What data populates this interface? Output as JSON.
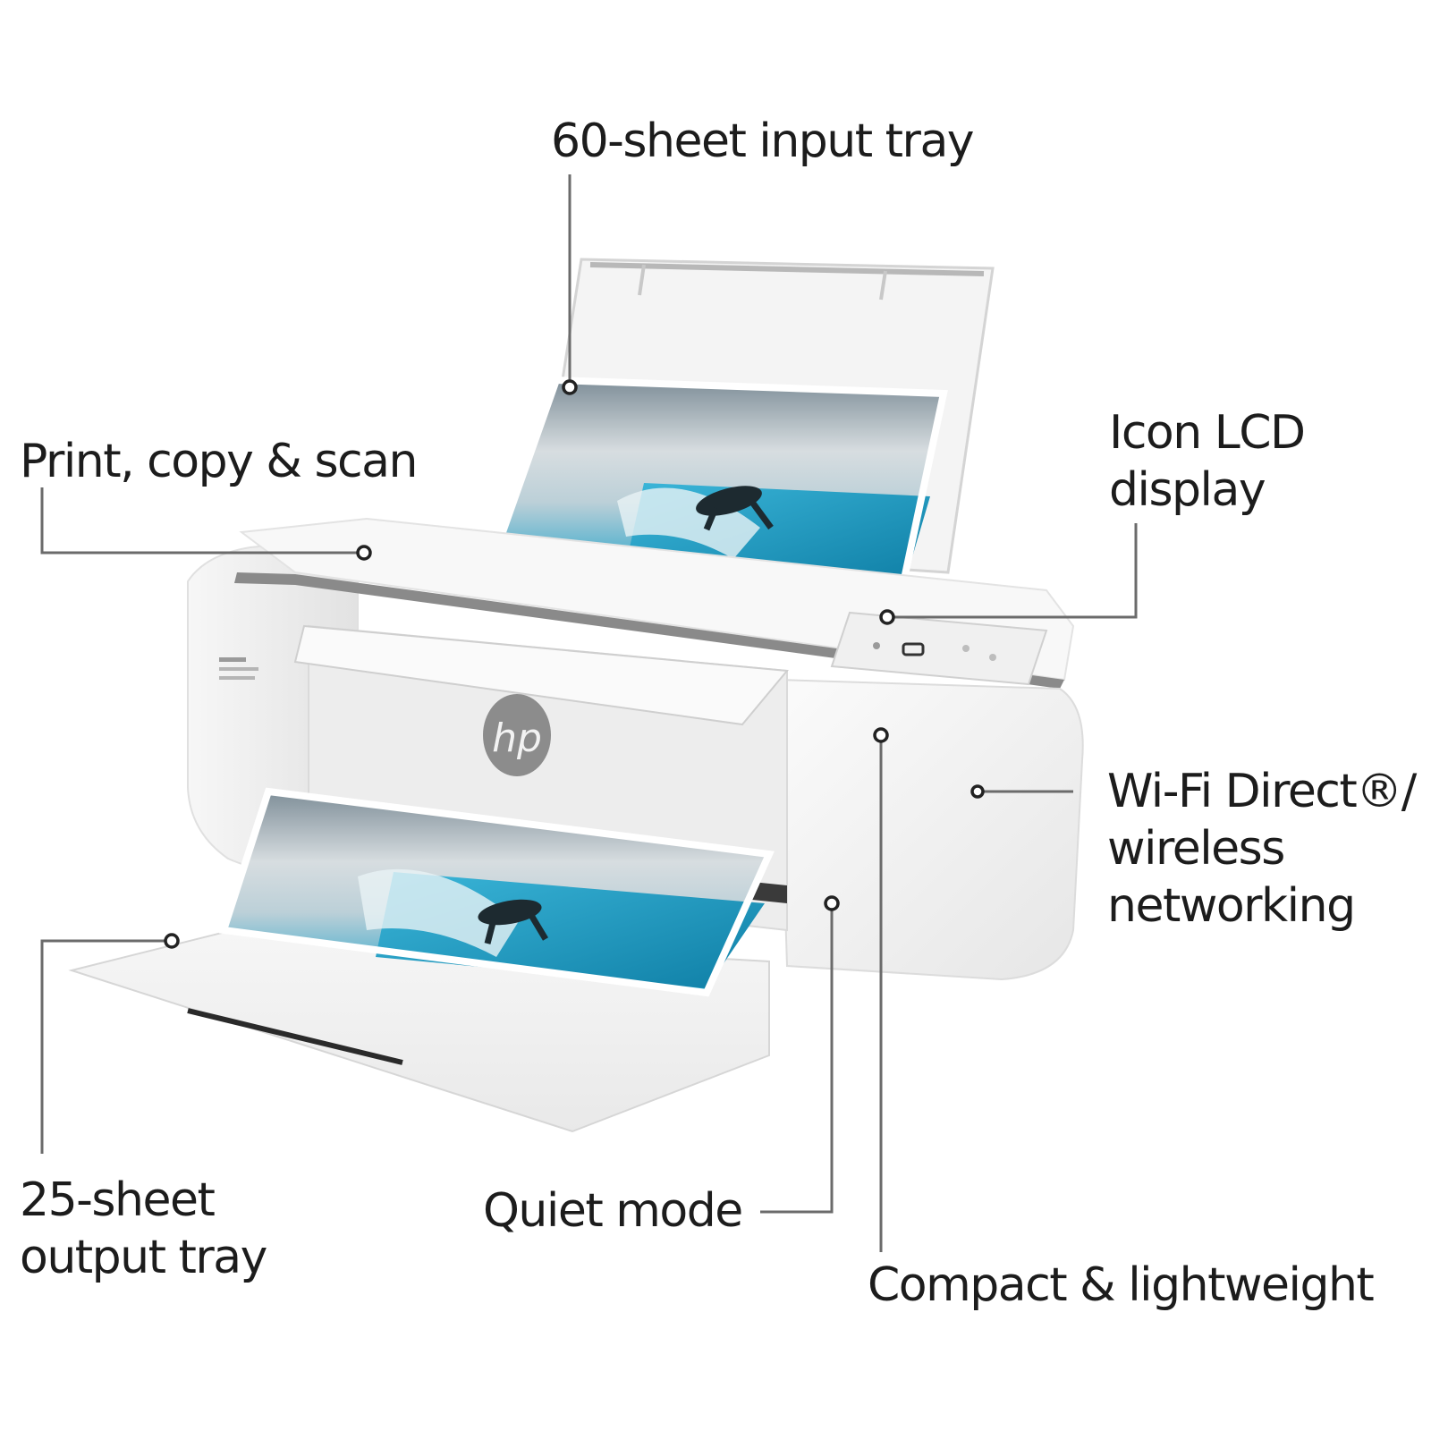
{
  "diagram": {
    "subject": "HP all-in-one inkjet printer",
    "logo_text": "hp",
    "colors": {
      "background": "#ffffff",
      "label_text": "#1c1c1c",
      "callout_line": "#6b6b6b",
      "printer_body": "#f2f2f2",
      "printer_shadow": "#d9d9d9",
      "lid_stripe": "#8a8a8a",
      "logo_badge": "#8c8c8c",
      "photo_water": "#1fa3c9",
      "photo_sky": "#c9d3d9"
    }
  },
  "callouts": [
    {
      "id": "input-tray",
      "lines": [
        "60-sheet input tray"
      ]
    },
    {
      "id": "print-copy-scan",
      "lines": [
        "Print, copy & scan"
      ]
    },
    {
      "id": "icon-lcd",
      "lines": [
        "Icon LCD",
        "display"
      ]
    },
    {
      "id": "wifi",
      "lines": [
        "Wi-Fi Direct®/",
        "wireless",
        "networking"
      ]
    },
    {
      "id": "output-tray",
      "lines": [
        "25-sheet",
        "output tray"
      ]
    },
    {
      "id": "quiet-mode",
      "lines": [
        "Quiet mode"
      ]
    },
    {
      "id": "compact",
      "lines": [
        "Compact & lightweight"
      ]
    }
  ]
}
